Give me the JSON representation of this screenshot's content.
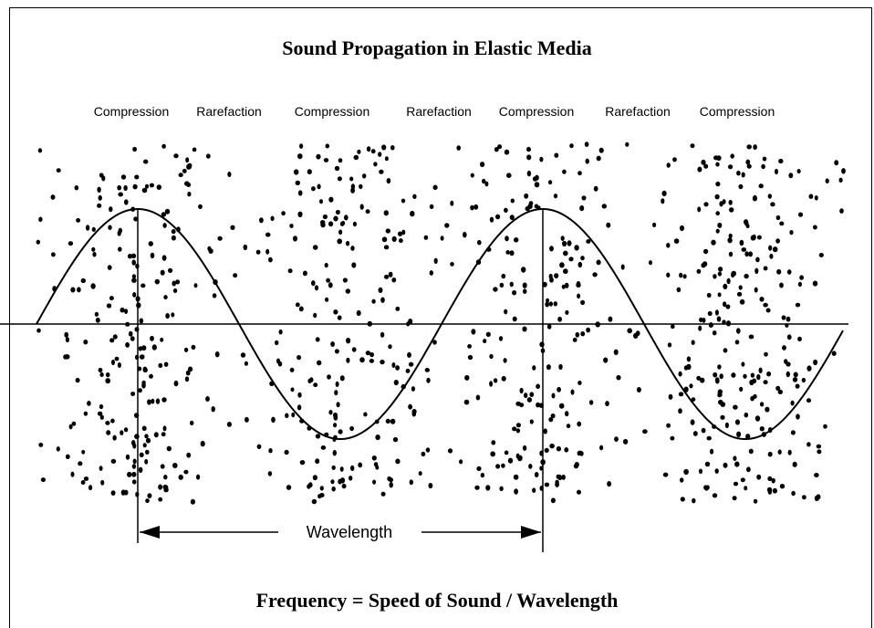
{
  "diagram": {
    "title": "Sound Propagation in Elastic Media",
    "region_labels": [
      "Compression",
      "Rarefaction",
      "Compression",
      "Rarefaction",
      "Compression",
      "Rarefaction",
      "Compression"
    ],
    "wavelength_label": "Wavelength",
    "formula": "Frequency = Speed of Sound / Wavelength"
  }
}
